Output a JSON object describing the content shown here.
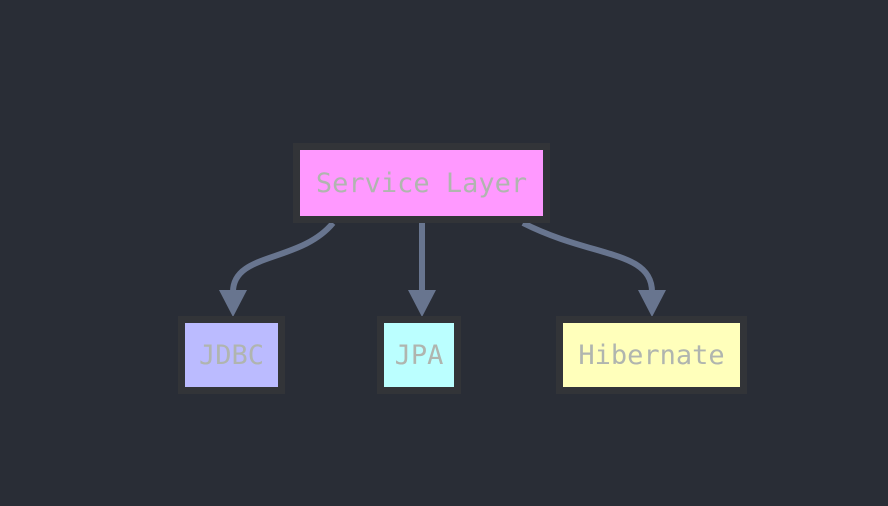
{
  "diagram": {
    "type": "flowchart-top-down",
    "background_color": "#292d36",
    "node_border_color": "#323438",
    "node_text_color": "#b0b5af",
    "edge_color": "#68758f",
    "nodes": [
      {
        "id": "service-layer",
        "label": "Service Layer",
        "fill_color": "#ff99ff"
      },
      {
        "id": "jdbc",
        "label": "JDBC",
        "fill_color": "#bbbbff"
      },
      {
        "id": "jpa",
        "label": "JPA",
        "fill_color": "#bbffff"
      },
      {
        "id": "hibernate",
        "label": "Hibernate",
        "fill_color": "#ffffbb"
      }
    ],
    "edges": [
      {
        "from": "Service Layer",
        "to": "JDBC",
        "style": "curved",
        "arrow": "solid-triangle"
      },
      {
        "from": "Service Layer",
        "to": "JPA",
        "style": "straight",
        "arrow": "solid-triangle"
      },
      {
        "from": "Service Layer",
        "to": "Hibernate",
        "style": "curved",
        "arrow": "solid-triangle"
      }
    ]
  }
}
